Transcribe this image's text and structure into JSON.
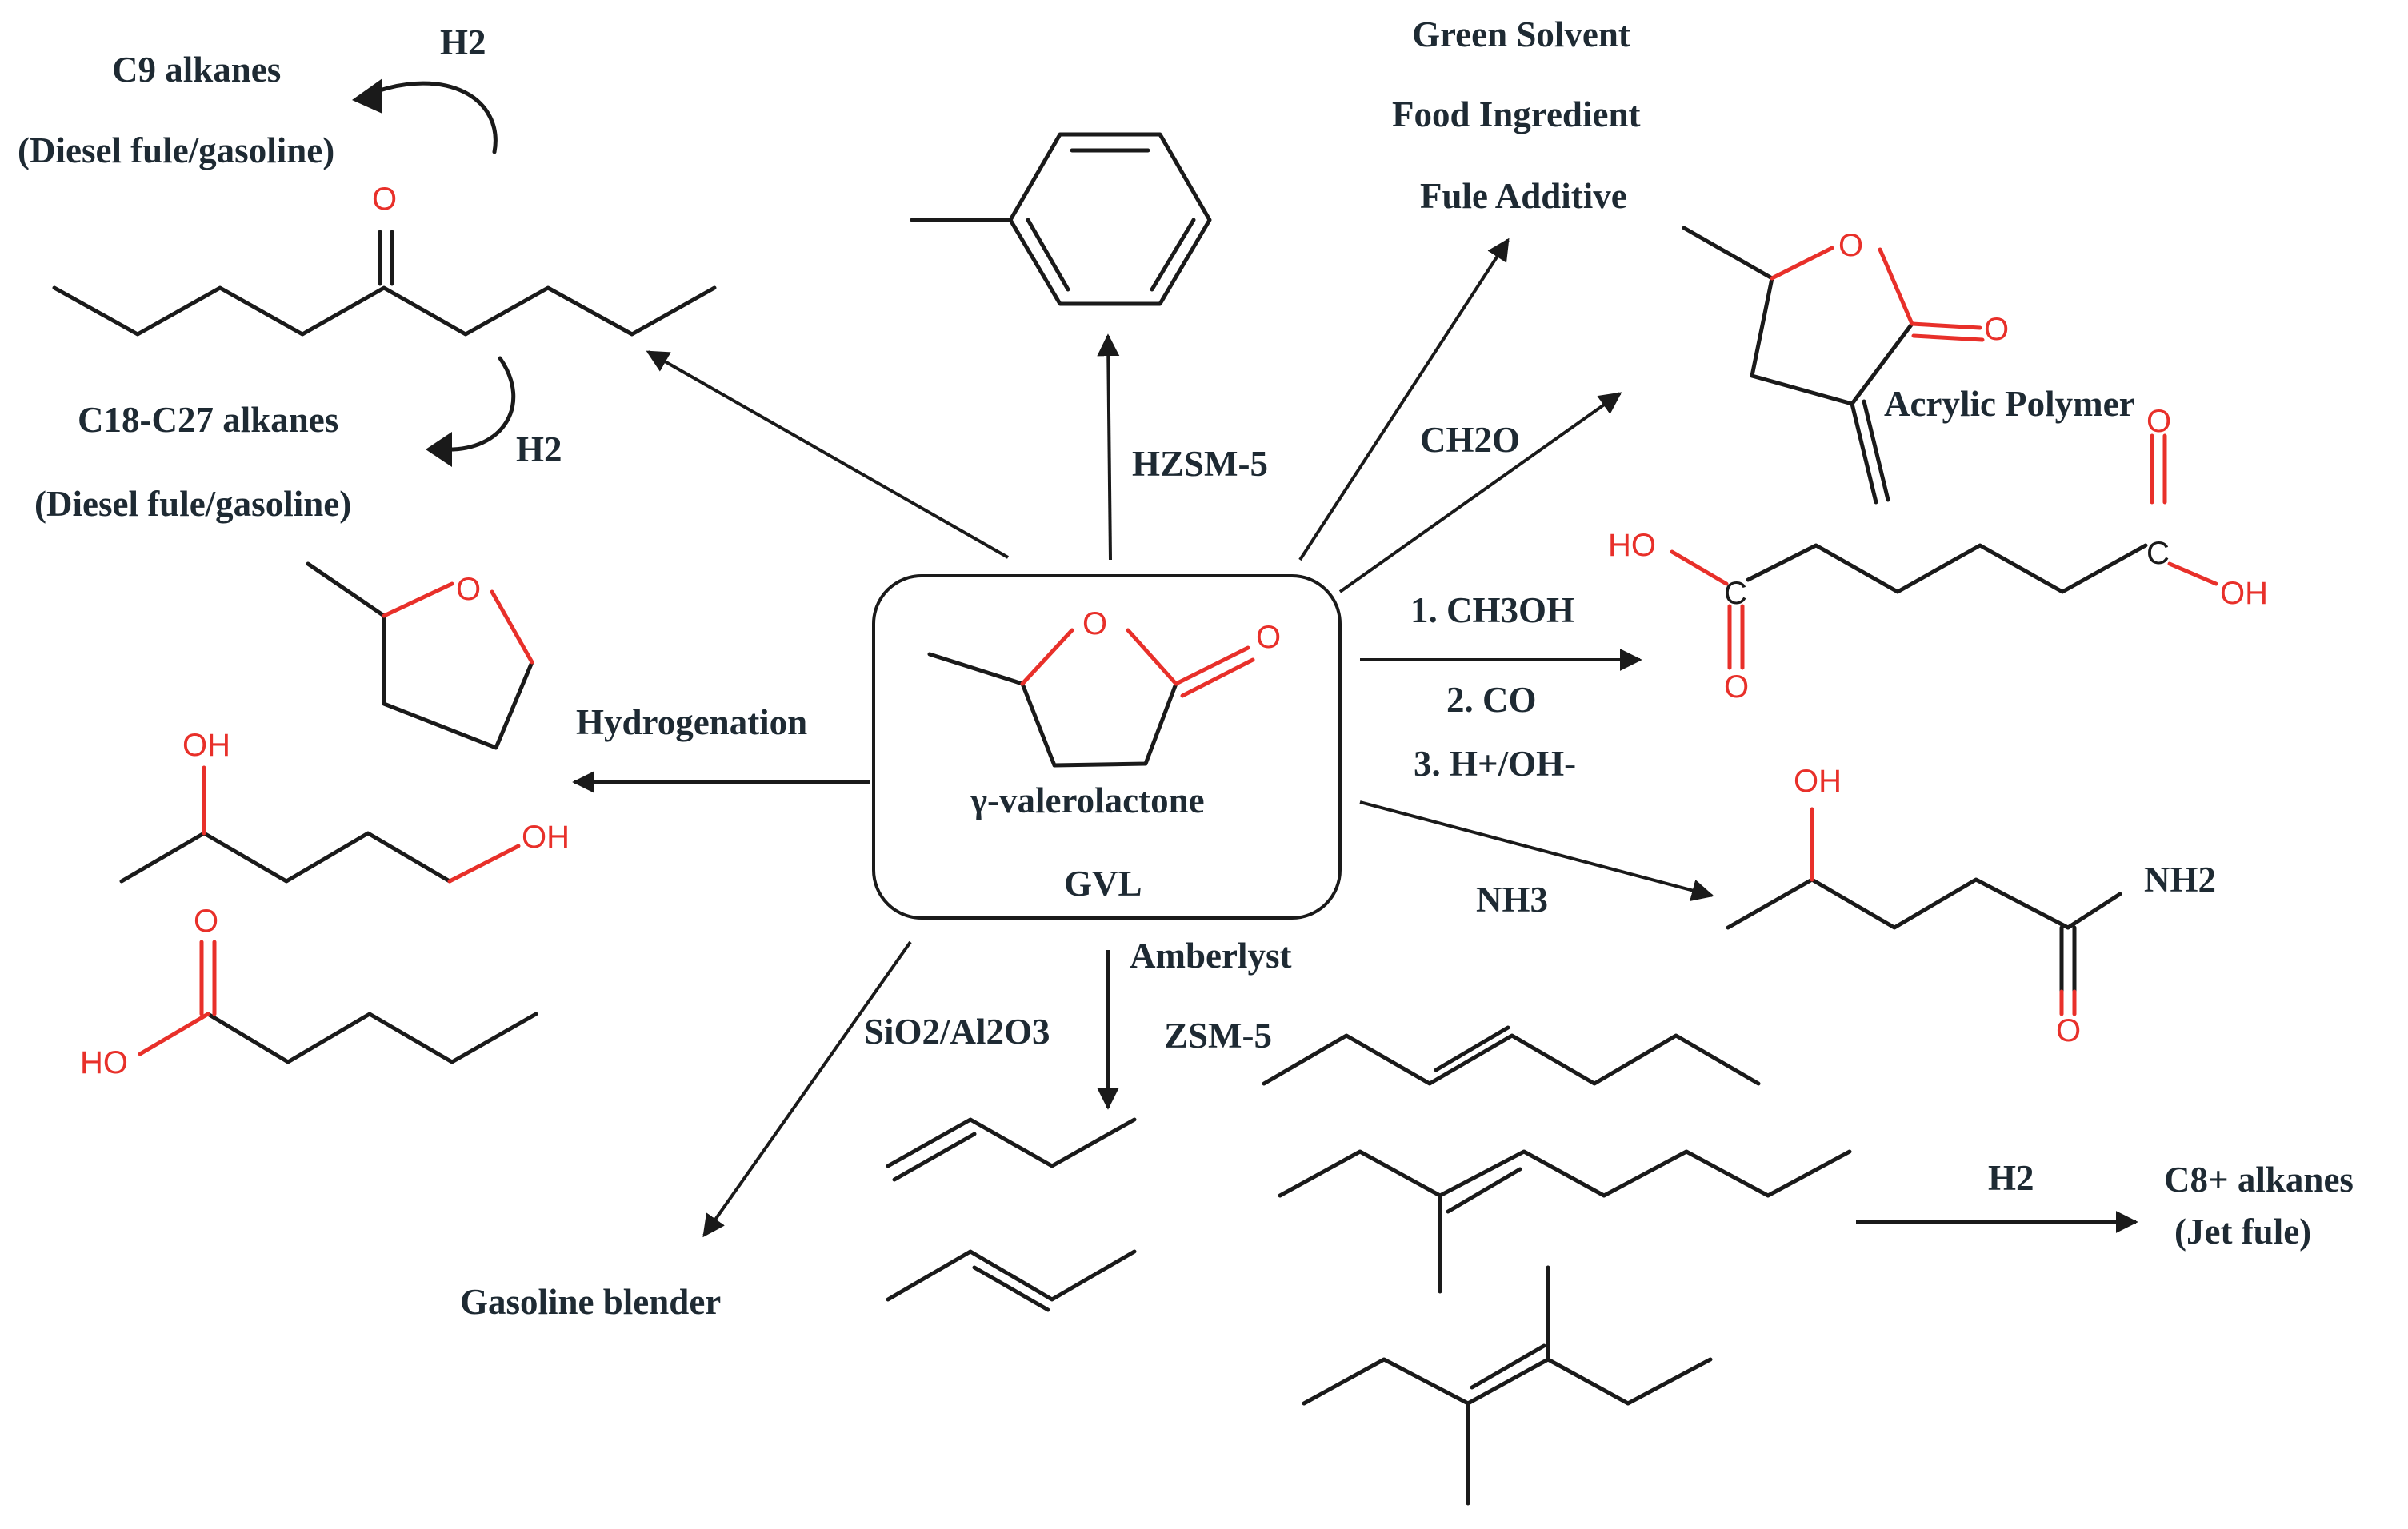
{
  "center": {
    "name": "γ-valerolactone",
    "abbr": "GVL"
  },
  "labels": {
    "c9_alkanes": "C9 alkanes",
    "c9_use": "(Diesel fule/gasoline)",
    "h2_top": "H2",
    "c18_alkanes": "C18-C27 alkanes",
    "c18_use": "(Diesel fule/gasoline)",
    "h2_mid": "H2",
    "hzsm5": "HZSM-5",
    "green_solvent": "Green Solvent",
    "food_ingredient": "Food Ingredient",
    "fule_additive": "Fule Additive",
    "ch2o": "CH2O",
    "acrylic_polymer": "Acrylic Polymer",
    "step1": "1. CH3OH",
    "step2": "2. CO",
    "step3": "3. H+/OH-",
    "nh3": "NH3",
    "nh2": "NH2",
    "hydrogenation": "Hydrogenation",
    "amberlyst": "Amberlyst",
    "zsm5": "ZSM-5",
    "sio2": "SiO2/Al2O3",
    "gasoline_blender": "Gasoline blender",
    "h2_jet": "H2",
    "c8_alkanes": "C8+ alkanes",
    "jet_fuel": "(Jet fule)"
  },
  "atoms": {
    "o": "O",
    "oh": "OH",
    "ho": "HO",
    "c": "C"
  },
  "colors": {
    "heteroatom": "#e8302a",
    "bond": "#1a1a1a",
    "text": "#1e2a33"
  }
}
